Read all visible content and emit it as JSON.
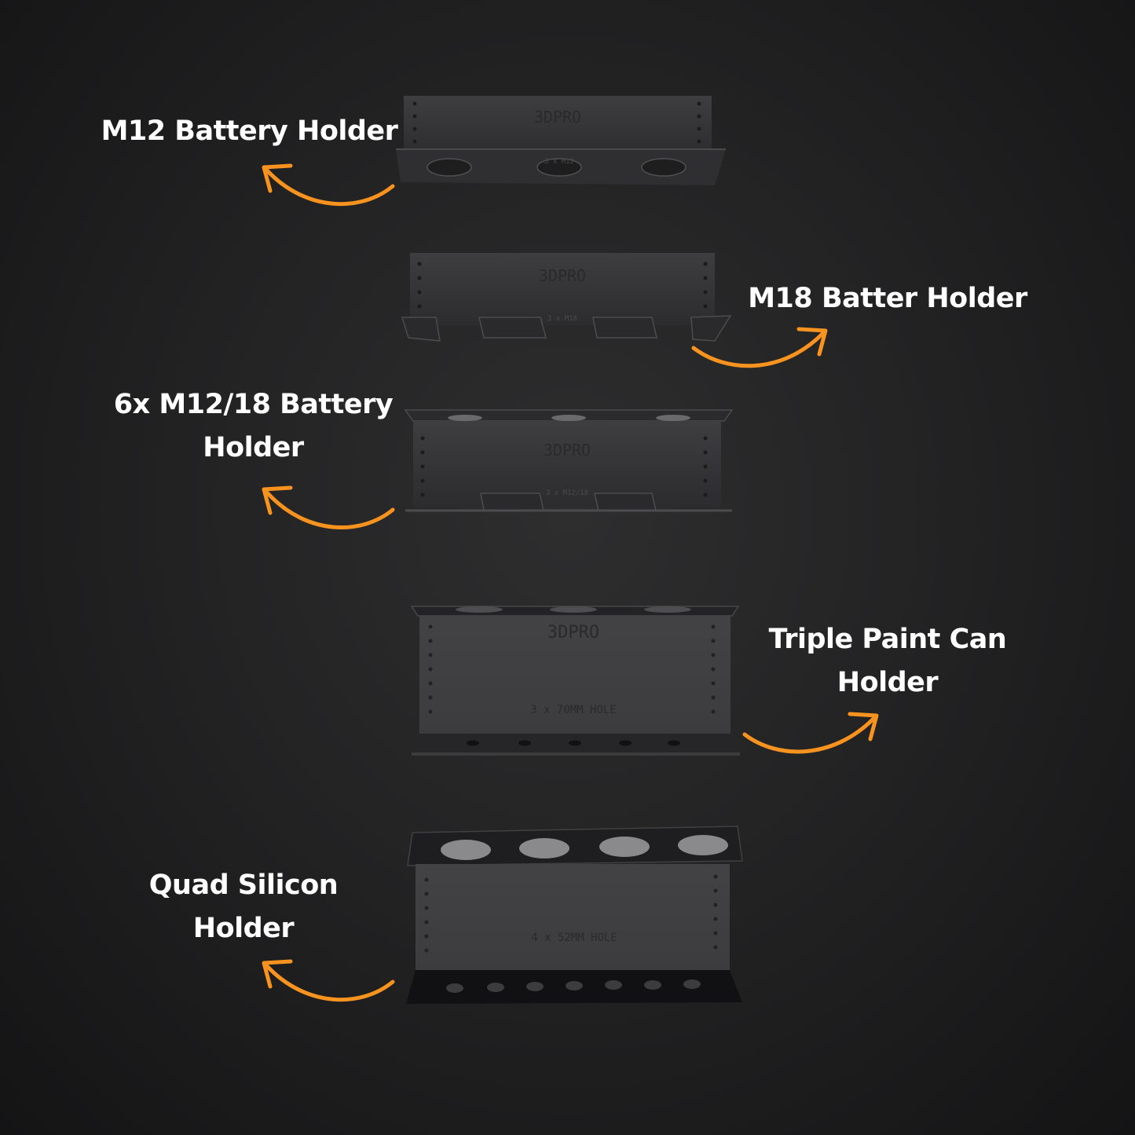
{
  "labels": {
    "m12": "M12 Battery Holder",
    "m18": "M18 Batter Holder",
    "six_line1": "6x M12/18 Battery",
    "six_line2": "Holder",
    "paint_line1": "Triple Paint Can",
    "paint_line2": "Holder",
    "quad_line1": "Quad Silicon",
    "quad_line2": "Holder"
  },
  "engravings": {
    "brand": "3DPRO",
    "m12": "3 x M12",
    "m18": "3 x M18",
    "six": "3 x M12/18",
    "paint": "3 x 70MM HOLE",
    "quad": "4 x 52MM HOLE"
  },
  "colors": {
    "arrow": "#f7931e",
    "text": "#ffffff",
    "metal": "#3a3a3c"
  }
}
